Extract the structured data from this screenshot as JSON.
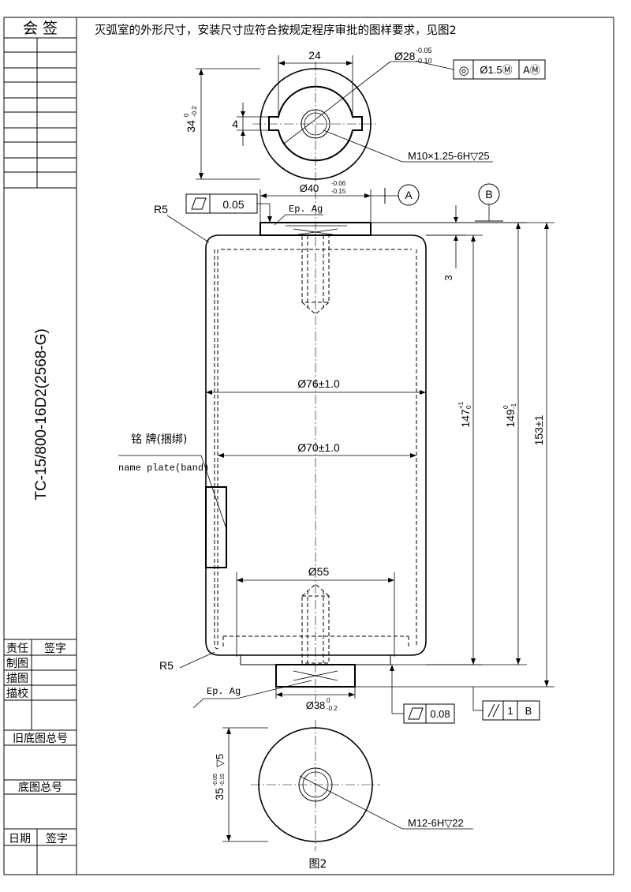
{
  "title_block": {
    "countersign": "会 签",
    "drawing_code": "TC-15/800-16D2(2568-G)",
    "responsibility": "责任",
    "signature": "签字",
    "drawn": "制图",
    "traced": "描图",
    "proofread": "描校",
    "old_base_no": "旧底图总号",
    "base_no": "底图总号",
    "date": "日期",
    "signature2": "签字"
  },
  "note": "灭弧室的外形尺寸，安装尺寸应符合按规定程序审批的图样要求，见图2",
  "top_view": {
    "width_dim": "24",
    "height_dim": "34",
    "height_tol_upper": "0",
    "height_tol_lower": "-0.2",
    "slot_dim": "4",
    "dia_dim": "Ø28",
    "dia_tol_upper": "-0.05",
    "dia_tol_lower": "-0.10",
    "position_tol": {
      "symbol": "◎",
      "value": "Ø1.5Ⓜ",
      "datum": "AⓂ"
    },
    "thread": "M10×1.25-6H▽25"
  },
  "main_view": {
    "top_dia": "Ø40",
    "top_dia_tol_upper": "-0.06",
    "top_dia_tol_lower": "-0.15",
    "datum_a": "A",
    "datum_b": "B",
    "flatness_top": "0.05",
    "radius_top": "R5",
    "plating_top": "Ep. Ag",
    "dim_3": "3",
    "outer_dia": "Ø76±1.0",
    "inner_dia": "Ø70±1.0",
    "nameplate_cn": "铭 牌(捆绑)",
    "nameplate_en": "name plate(band)",
    "dim_147": "147",
    "dim_147_upper": "+1",
    "dim_147_lower": "0",
    "dim_149": "149",
    "dim_149_upper": "0",
    "dim_149_lower": "-1",
    "dim_153": "153±1",
    "bottom_dia": "Ø55",
    "radius_bottom": "R5",
    "plating_bottom": "Ep. Ag",
    "stem_dia": "Ø38",
    "stem_dia_upper": "0",
    "stem_dia_lower": "-0.2",
    "flatness_bottom": "0.08",
    "parallel_value": "1",
    "parallel_datum": "B"
  },
  "bottom_view": {
    "height_dim": "35",
    "height_tol_upper": "-0.05",
    "height_tol_lower": "-0.15",
    "depth_mark": "▽5",
    "thread": "M12-6H▽22"
  },
  "figure_label": "图2"
}
